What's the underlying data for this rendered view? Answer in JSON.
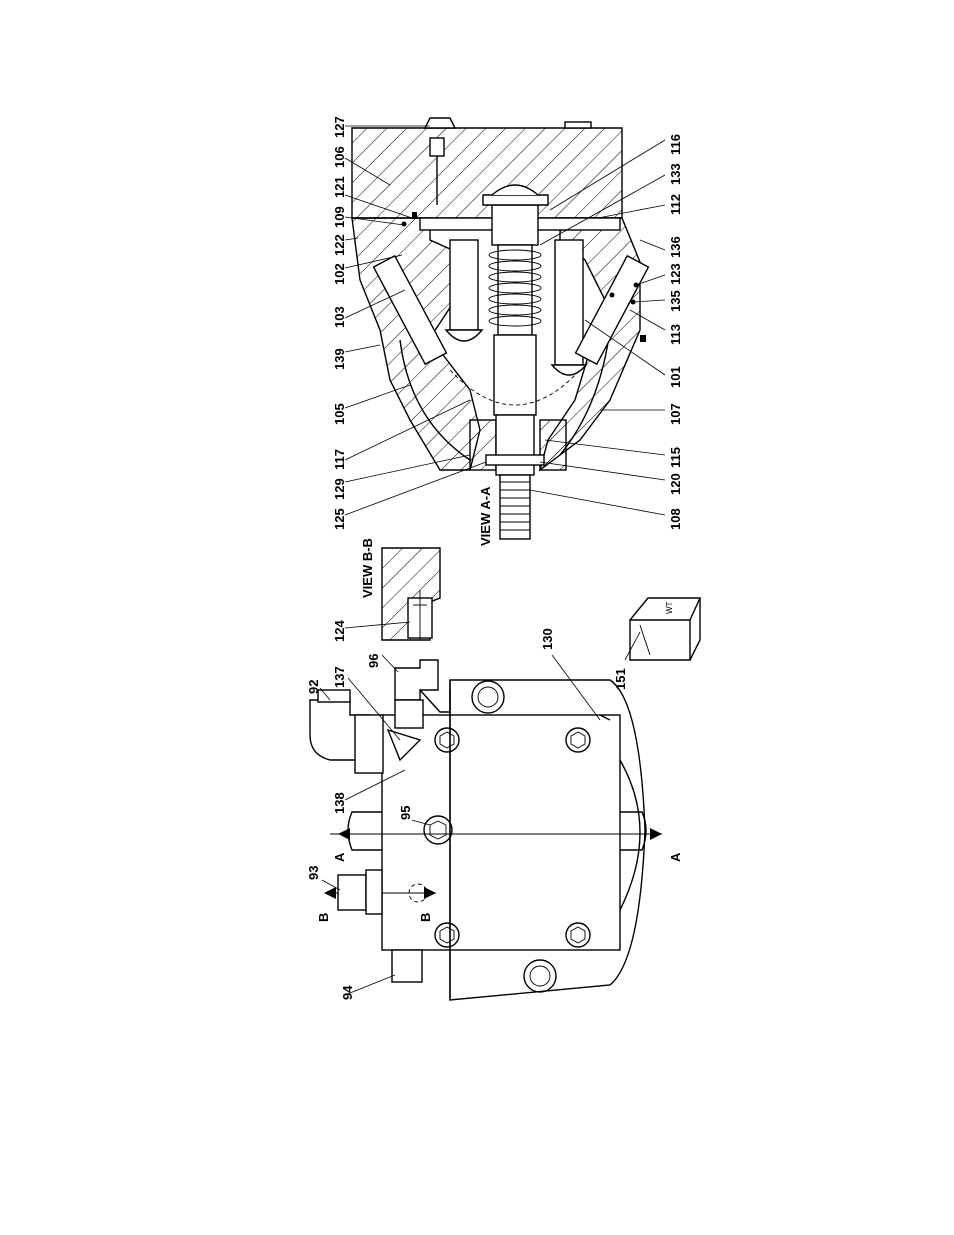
{
  "view_titles": {
    "section_aa": "VIEW A-A",
    "section_bb": "VIEW B-B"
  },
  "section_markers": {
    "a_top": "A",
    "a_bottom": "A",
    "b_top": "B",
    "b_bottom": "B"
  },
  "callouts_section_aa_top": [
    "127",
    "106",
    "121",
    "109",
    "122",
    "102",
    "103",
    "139",
    "105",
    "117",
    "129",
    "125"
  ],
  "callouts_section_aa_bottom": [
    "116",
    "133",
    "112",
    "136",
    "123",
    "135",
    "113",
    "101",
    "107",
    "115",
    "120",
    "108"
  ],
  "callouts_section_bb": [
    "124"
  ],
  "callouts_exterior": [
    "92",
    "137",
    "96",
    "138",
    "95",
    "93",
    "94",
    "130",
    "151"
  ],
  "tag_text": "WT"
}
